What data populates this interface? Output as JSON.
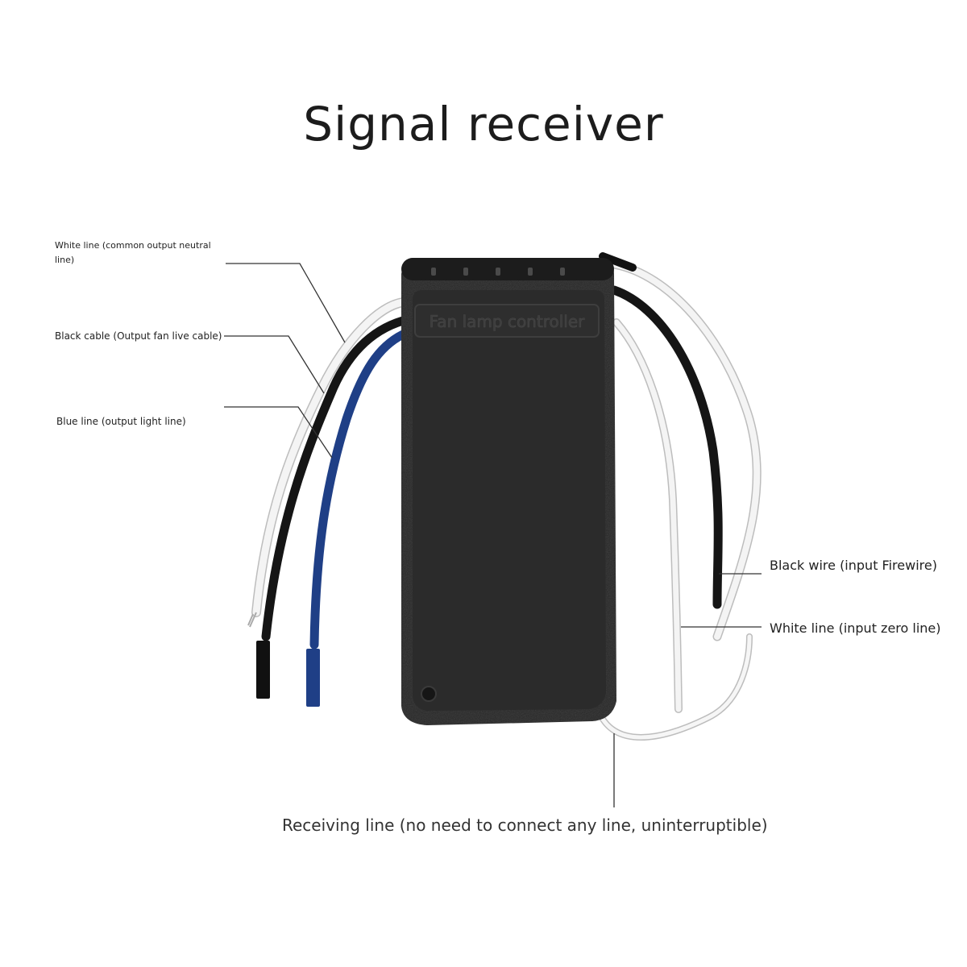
{
  "title": "Signal receiver",
  "device": {
    "label_plate": "Fan lamp controller"
  },
  "labels": {
    "white_output_neutral": "White line (common output neutral line)",
    "black_output_fan": "Black cable (Output fan live cable)",
    "blue_output_light": "Blue line (output light line)",
    "black_input_fire": "Black wire (input Firewire)",
    "white_input_zero": "White line (input zero line)",
    "receiving_line": "Receiving line (no need to connect any line, uninterruptible)"
  },
  "colors": {
    "housing": "#262626",
    "blue_wire": "#1f3f86",
    "black_wire": "#151515",
    "white_wire": "#e4e4e4",
    "leader_line": "#333333"
  }
}
